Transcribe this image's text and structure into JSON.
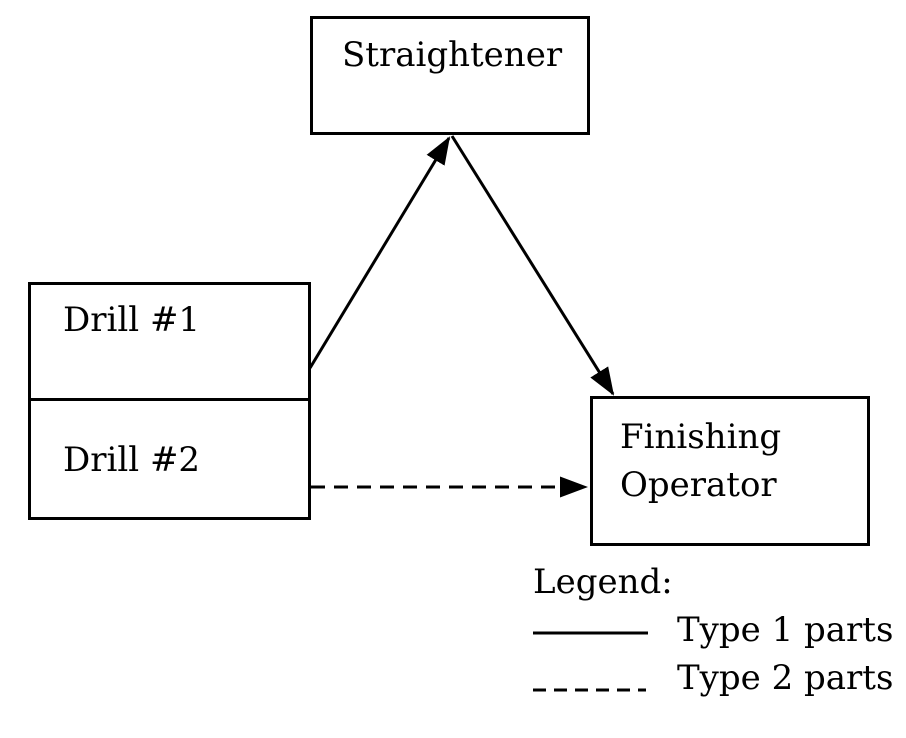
{
  "diagram": {
    "kind": "routing-flow-diagram",
    "background_color": "#ffffff",
    "line_color": "#000000",
    "nodes": {
      "straightener": {
        "label": "Straightener"
      },
      "drill1": {
        "label": "Drill #1"
      },
      "drill2": {
        "label": "Drill #2"
      },
      "finishing": {
        "label_line1": "Finishing",
        "label_line2": "Operator"
      }
    },
    "edges": [
      {
        "from": "Drill #1",
        "to": "Straightener",
        "style": "solid",
        "parts_type": "Type 1 parts"
      },
      {
        "from": "Straightener",
        "to": "Finishing Operator",
        "style": "solid",
        "parts_type": "Type 1 parts"
      },
      {
        "from": "Drill #2",
        "to": "Finishing Operator",
        "style": "dashed",
        "parts_type": "Type 2 parts"
      }
    ],
    "legend": {
      "title": "Legend:",
      "items": [
        {
          "swatch": "solid-line",
          "label": "Type 1 parts"
        },
        {
          "swatch": "dashed-line",
          "label": "Type 2 parts"
        }
      ]
    }
  }
}
